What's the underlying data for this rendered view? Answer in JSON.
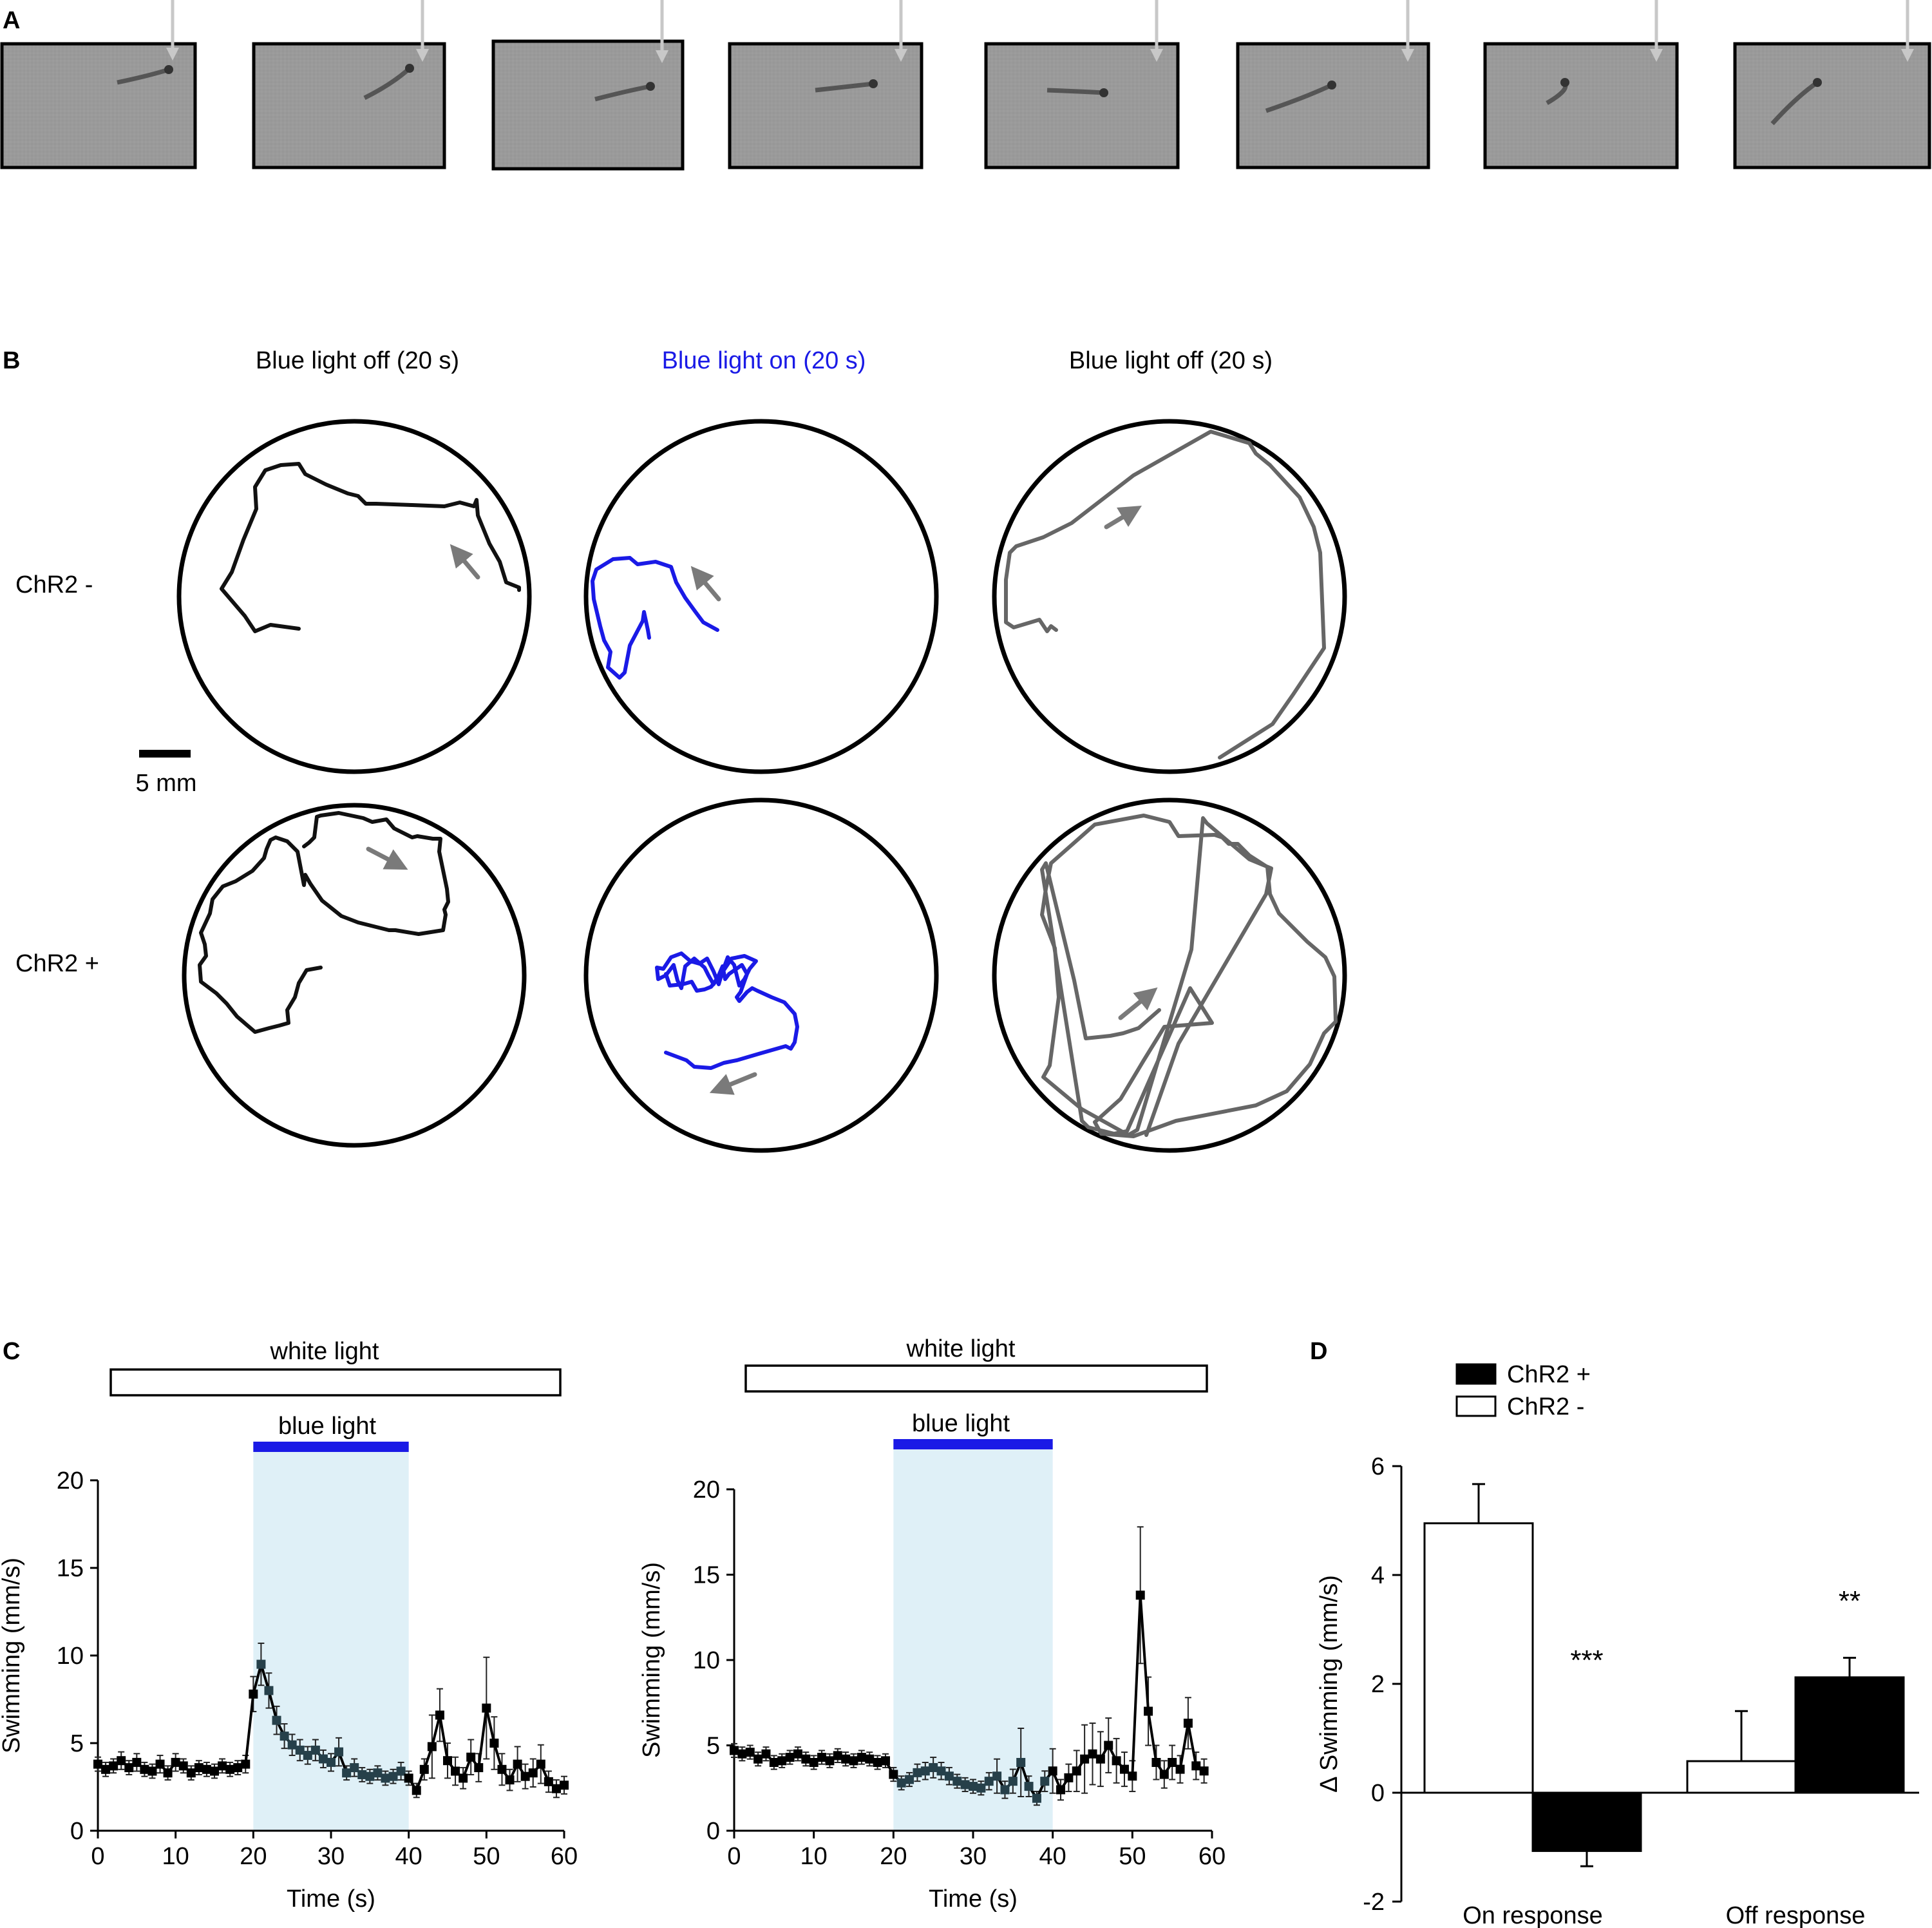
{
  "panel_labels": {
    "a": "A",
    "b": "B",
    "c": "C",
    "d": "D"
  },
  "panel_b": {
    "column_titles": [
      "Blue light off (20 s)",
      "Blue light on (20 s)",
      "Blue light off (20 s)"
    ],
    "row_labels": [
      "ChR2 -",
      "ChR2 +"
    ],
    "scale_bar": "5 mm"
  },
  "panel_c": {
    "white_light_label": "white light",
    "blue_light_label": "blue light"
  },
  "panel_d": {
    "legend": [
      "ChR2 +",
      "ChR2 -"
    ]
  },
  "colors": {
    "blue": "#1a1ae6",
    "light_blue_shade": "#dff0f7",
    "gray_arrow": "#7a7a7a",
    "gray_track": "#666666",
    "black": "#000000"
  },
  "chart_data": [
    {
      "type": "line",
      "id": "C-left",
      "xlabel": "Time (s)",
      "ylabel": "Swimming (mm/s)",
      "xlim": [
        0,
        60
      ],
      "ylim": [
        0,
        20
      ],
      "xticks": [
        0,
        10,
        20,
        30,
        40,
        50,
        60
      ],
      "yticks": [
        0,
        5,
        10,
        15,
        20
      ],
      "shaded_interval": [
        20,
        40
      ],
      "x": [
        0,
        1,
        2,
        3,
        4,
        5,
        6,
        7,
        8,
        9,
        10,
        11,
        12,
        13,
        14,
        15,
        16,
        17,
        18,
        19,
        20,
        21,
        22,
        23,
        24,
        25,
        26,
        27,
        28,
        29,
        30,
        31,
        32,
        33,
        34,
        35,
        36,
        37,
        38,
        39,
        40,
        41,
        42,
        43,
        44,
        45,
        46,
        47,
        48,
        49,
        50,
        51,
        52,
        53,
        54,
        55,
        56,
        57,
        58,
        59,
        60
      ],
      "y": [
        3.8,
        3.5,
        3.7,
        4.0,
        3.6,
        3.9,
        3.5,
        3.4,
        3.8,
        3.3,
        3.9,
        3.7,
        3.3,
        3.6,
        3.5,
        3.4,
        3.7,
        3.5,
        3.6,
        3.8,
        7.8,
        9.5,
        8.0,
        6.3,
        5.4,
        4.9,
        4.6,
        4.3,
        4.6,
        4.1,
        3.9,
        4.5,
        3.3,
        3.6,
        3.2,
        3.1,
        3.3,
        3.0,
        3.1,
        3.4,
        3.0,
        2.3,
        3.5,
        4.8,
        6.6,
        4.0,
        3.4,
        3.0,
        4.2,
        3.6,
        7.0,
        5.0,
        3.5,
        2.9,
        3.8,
        3.1,
        3.3,
        3.8,
        2.8,
        2.4,
        2.6
      ],
      "yerr": [
        0.4,
        0.4,
        0.4,
        0.5,
        0.4,
        0.5,
        0.4,
        0.4,
        0.5,
        0.4,
        0.5,
        0.4,
        0.4,
        0.4,
        0.4,
        0.4,
        0.4,
        0.4,
        0.4,
        0.5,
        1.0,
        1.2,
        1.0,
        0.8,
        0.7,
        0.6,
        0.6,
        0.5,
        0.6,
        0.5,
        0.5,
        0.8,
        0.4,
        0.5,
        0.4,
        0.4,
        0.4,
        0.4,
        0.4,
        0.5,
        0.4,
        0.4,
        0.6,
        1.8,
        1.5,
        1.0,
        0.8,
        0.6,
        1.0,
        0.8,
        2.9,
        1.5,
        0.9,
        0.6,
        1.0,
        0.7,
        0.8,
        1.1,
        0.6,
        0.5,
        0.5
      ]
    },
    {
      "type": "line",
      "id": "C-right",
      "xlabel": "Time (s)",
      "ylabel": "Swimming (mm/s)",
      "xlim": [
        0,
        60
      ],
      "ylim": [
        0,
        20
      ],
      "xticks": [
        0,
        10,
        20,
        30,
        40,
        50,
        60
      ],
      "yticks": [
        0,
        5,
        10,
        15,
        20
      ],
      "shaded_interval": [
        20,
        40
      ],
      "x": [
        0,
        1,
        2,
        3,
        4,
        5,
        6,
        7,
        8,
        9,
        10,
        11,
        12,
        13,
        14,
        15,
        16,
        17,
        18,
        19,
        20,
        21,
        22,
        23,
        24,
        25,
        26,
        27,
        28,
        29,
        30,
        31,
        32,
        33,
        34,
        35,
        36,
        37,
        38,
        39,
        40,
        41,
        42,
        43,
        44,
        45,
        46,
        47,
        48,
        49,
        50,
        51,
        52,
        53,
        54,
        55,
        56,
        57,
        58,
        59
      ],
      "y": [
        4.7,
        4.5,
        4.6,
        4.2,
        4.5,
        4.0,
        4.1,
        4.3,
        4.5,
        4.2,
        4.0,
        4.3,
        4.1,
        4.4,
        4.2,
        4.1,
        4.3,
        4.2,
        4.0,
        4.1,
        3.3,
        2.8,
        3.0,
        3.4,
        3.5,
        3.7,
        3.5,
        3.2,
        2.9,
        2.7,
        2.6,
        2.5,
        2.9,
        3.2,
        2.4,
        2.9,
        4.0,
        2.6,
        1.9,
        2.9,
        3.5,
        2.4,
        3.1,
        3.5,
        4.2,
        4.5,
        4.2,
        5.0,
        4.1,
        3.6,
        3.2,
        13.8,
        7.0,
        4.0,
        3.3,
        4.0,
        3.6,
        6.3,
        3.8,
        3.5
      ],
      "yerr": [
        0.4,
        0.4,
        0.4,
        0.4,
        0.4,
        0.4,
        0.4,
        0.4,
        0.4,
        0.4,
        0.4,
        0.4,
        0.4,
        0.4,
        0.4,
        0.4,
        0.4,
        0.4,
        0.4,
        0.4,
        0.4,
        0.4,
        0.4,
        0.5,
        0.5,
        0.6,
        0.5,
        0.5,
        0.4,
        0.4,
        0.4,
        0.4,
        0.5,
        1.0,
        0.5,
        0.7,
        2.0,
        0.6,
        0.4,
        0.6,
        1.3,
        0.6,
        0.8,
        1.2,
        2.0,
        1.8,
        1.6,
        1.6,
        1.3,
        1.0,
        0.9,
        4.0,
        2.0,
        1.0,
        0.8,
        1.0,
        0.8,
        1.5,
        0.8,
        0.7
      ]
    },
    {
      "type": "bar",
      "id": "D",
      "ylabel": "Δ Swimming (mm/s)",
      "categories": [
        "On response",
        "Off response"
      ],
      "ylim": [
        -2,
        6
      ],
      "yticks": [
        -2,
        0,
        2,
        4,
        6
      ],
      "series": [
        {
          "name": "ChR2 -",
          "values": [
            4.95,
            0.58
          ],
          "errors": [
            0.72,
            0.92
          ]
        },
        {
          "name": "ChR2 +",
          "values": [
            -1.07,
            2.12
          ],
          "errors": [
            0.28,
            0.36
          ]
        }
      ],
      "annotations": [
        "***",
        "**"
      ],
      "legend_position": "top-left"
    }
  ]
}
